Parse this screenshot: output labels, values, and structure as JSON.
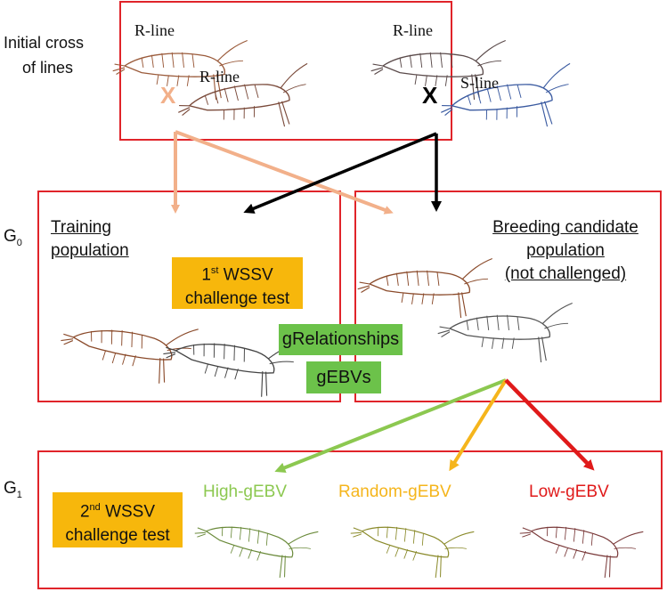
{
  "labels": {
    "initial_cross_line1": "Initial cross",
    "initial_cross_line2": "of lines",
    "g0_letter": "G",
    "g0_sub": "0",
    "g1_letter": "G",
    "g1_sub": "1"
  },
  "cross": {
    "left_top": "R-line",
    "left_bottom": "R-line",
    "left_symbol": "X",
    "right_top": "R-line",
    "right_bottom": "S-line",
    "right_symbol": "X"
  },
  "training": {
    "line1": "Training",
    "line2": "population"
  },
  "candidate": {
    "line1": "Breeding candidate",
    "line2": "population",
    "line3": "(not challenged)"
  },
  "test1": {
    "ordinal": "1",
    "sup": "st",
    "rest": " WSSV",
    "line2": "challenge test"
  },
  "test2": {
    "ordinal": "2",
    "sup": "nd",
    "rest": " WSSV",
    "line2": "challenge test"
  },
  "green": {
    "relationships": "gRelationships",
    "ebvs": "gEBVs"
  },
  "groups": {
    "high": "High-gEBV",
    "random": "Random-gEBV",
    "low": "Low-gEBV"
  },
  "colors": {
    "box_border": "#e0242a",
    "orange_box": "#f7b70c",
    "green_box": "#6cc24a",
    "peach_arrow": "#f2b08a",
    "black_arrow": "#000000",
    "green_arrow": "#8cc850",
    "yellow_arrow": "#f5b51c",
    "red_arrow": "#e01a1a",
    "high_text": "#8cc850",
    "random_text": "#f5b51c",
    "low_text": "#e01a1a"
  },
  "icons": [
    "shrimp-icon",
    "arrow-icon"
  ]
}
